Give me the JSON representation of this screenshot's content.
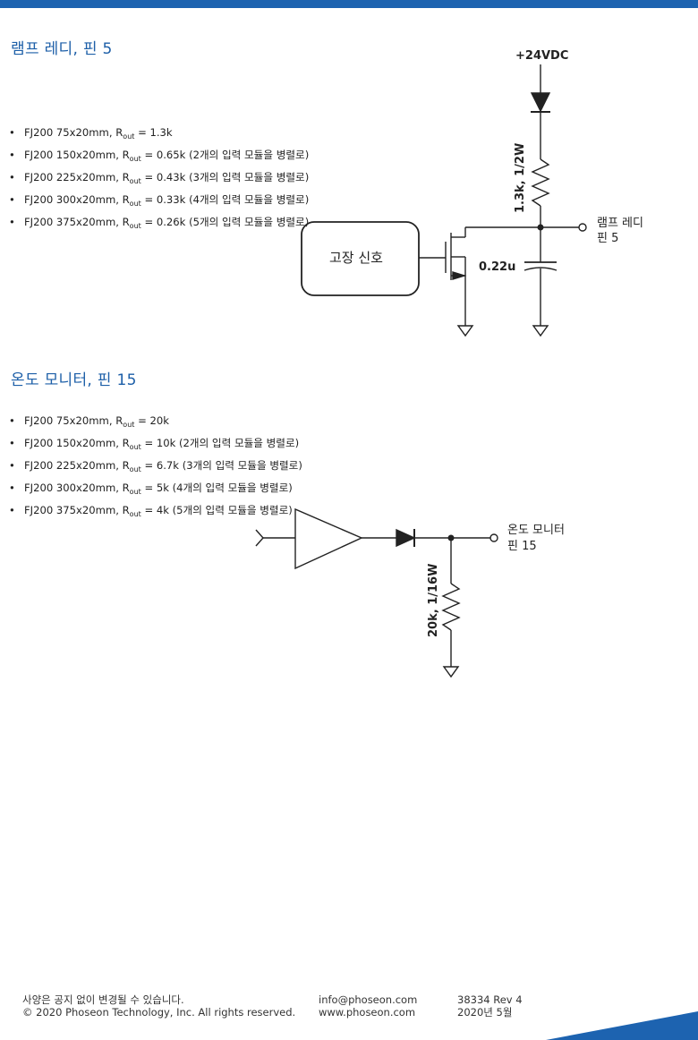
{
  "sections": [
    {
      "title": "램프 레디, 핀 5",
      "bullets": [
        {
          "pre": "FJ200 75x20mm, R",
          "sub": "out",
          "post": " = 1.3k"
        },
        {
          "pre": "FJ200 150x20mm, R",
          "sub": "out",
          "post": " = 0.65k (2개의 입력 모듈을 병렬로)"
        },
        {
          "pre": "FJ200 225x20mm, R",
          "sub": "out",
          "post": " = 0.43k (3개의 입력 모듈을 병렬로)"
        },
        {
          "pre": "FJ200 300x20mm, R",
          "sub": "out",
          "post": " = 0.33k (4개의 입력 모듈을 병렬로)"
        },
        {
          "pre": "FJ200 375x20mm, R",
          "sub": "out",
          "post": " = 0.26k (5개의 입력 모듈을 병렬로)"
        }
      ],
      "circuit": {
        "supply_label": "+24VDC",
        "resistor_label": "1.3k, 1/2W",
        "capacitor_label": "0.22u",
        "block_label": "고장 신호",
        "output_label_1": "램프 레디",
        "output_label_2": "핀 5"
      }
    },
    {
      "title": "온도 모니터, 핀 15",
      "bullets": [
        {
          "pre": "FJ200 75x20mm, R",
          "sub": "out",
          "post": " = 20k"
        },
        {
          "pre": "FJ200 150x20mm, R",
          "sub": "out",
          "post": " = 10k (2개의 입력 모듈을 병렬로)"
        },
        {
          "pre": "FJ200 225x20mm, R",
          "sub": "out",
          "post": " = 6.7k (3개의 입력 모듈을 병렬로)"
        },
        {
          "pre": "FJ200 300x20mm, R",
          "sub": "out",
          "post": " = 5k (4개의 입력 모듈을 병렬로)"
        },
        {
          "pre": "FJ200 375x20mm, R",
          "sub": "out",
          "post": " = 4k (5개의 입력 모듈을 병렬로)"
        }
      ],
      "circuit": {
        "resistor_label": "20k, 1/16W",
        "output_label_1": "온도 모니터",
        "output_label_2": "핀 15"
      }
    }
  ],
  "footer": {
    "notice": "사양은 공지 없이 변경될 수 있습니다.",
    "copyright": "© 2020 Phoseon Technology, Inc. All rights reserved.",
    "email": "info@phoseon.com",
    "website": "www.phoseon.com",
    "doc_number": "38334 Rev 4",
    "date": "2020년 5월"
  },
  "colors": {
    "brand_blue": "#1d63b0",
    "heading_blue": "#1d5fa8"
  }
}
